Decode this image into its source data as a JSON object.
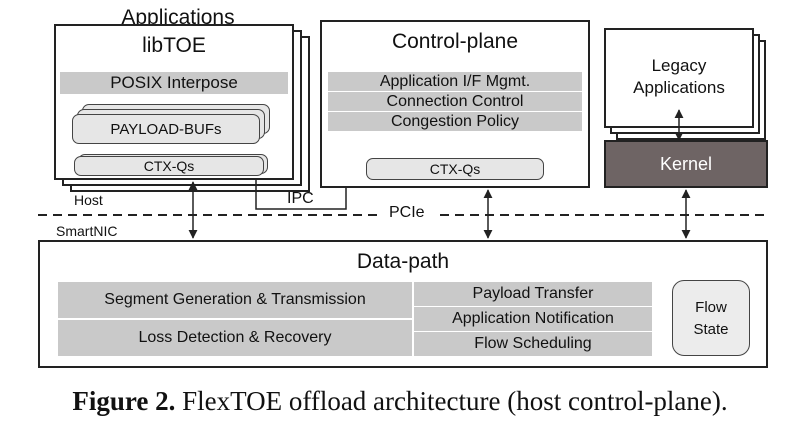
{
  "applications": {
    "label": "Applications",
    "libtoe": {
      "title": "libTOE",
      "posix": "POSIX Interpose",
      "payload_bufs": "PAYLOAD-BUFs",
      "ctx_qs": "CTX-Qs"
    }
  },
  "control_plane": {
    "title": "Control-plane",
    "rows": [
      "Application I/F Mgmt.",
      "Connection Control",
      "Congestion Policy"
    ],
    "ctx_qs": "CTX-Qs"
  },
  "legacy": {
    "title_line1": "Legacy",
    "title_line2": "Applications",
    "kernel": "Kernel"
  },
  "boundary": {
    "host": "Host",
    "smartnic": "SmartNIC",
    "ipc": "IPC",
    "pcie": "PCIe"
  },
  "datapath": {
    "title": "Data-path",
    "left_blocks": [
      "Segment Generation & Transmission",
      "Loss Detection & Recovery"
    ],
    "right_blocks": [
      "Payload Transfer",
      "Application Notification",
      "Flow Scheduling"
    ],
    "flow_state_line1": "Flow",
    "flow_state_line2": "State"
  },
  "caption": {
    "label": "Figure 2.",
    "text": " FlexTOE offload architecture (host control-plane)."
  },
  "colors": {
    "gray_block": "#c9c9c9",
    "kernel_fill": "#6e6464",
    "line": "#222222"
  }
}
